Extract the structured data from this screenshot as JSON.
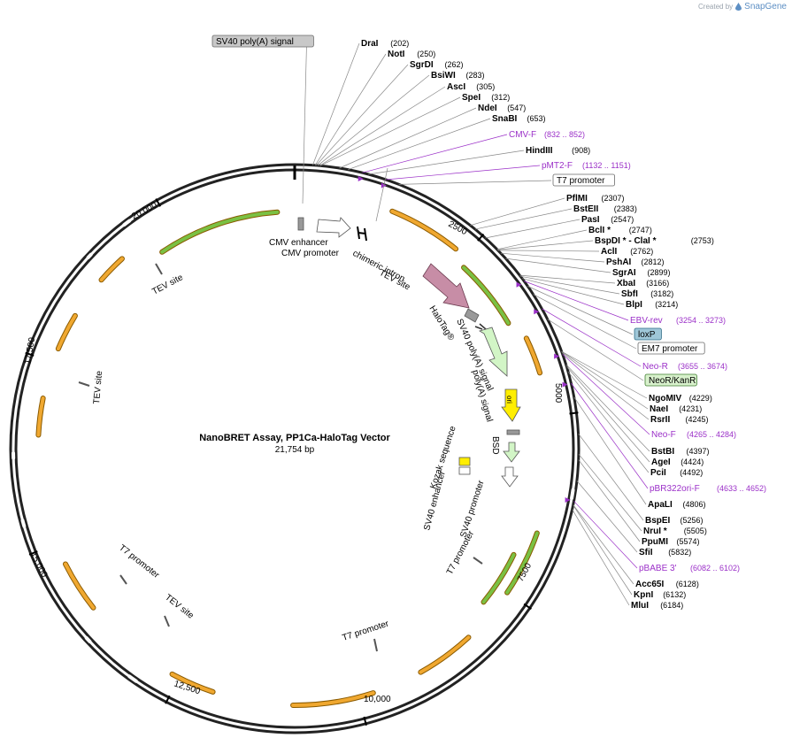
{
  "credit": {
    "text": "Created by",
    "brand": "SnapGene",
    "icon": "snapgene-drop-icon"
  },
  "map": {
    "title": "NanoBRET Assay, PP1Ca-HaloTag Vector",
    "length": "21,754 bp",
    "length_bp": 21754,
    "colors": {
      "enzyme": "#000000",
      "primer": "#9b30c8",
      "orf_orange": "#f0a830",
      "orf_green": "#7ac143",
      "leader": "#888888"
    }
  },
  "ticks": [
    {
      "label": "2500",
      "pos": 2500
    },
    {
      "label": "5000",
      "pos": 5000
    },
    {
      "label": "7500",
      "pos": 7500
    },
    {
      "label": "10,000",
      "pos": 10000
    },
    {
      "label": "12,500",
      "pos": 12500
    },
    {
      "label": "15,000",
      "pos": 15000
    },
    {
      "label": "17,500",
      "pos": 17500
    },
    {
      "label": "20,000",
      "pos": 20000
    }
  ],
  "enzymes": [
    {
      "name": "DraI",
      "pos": "(202)"
    },
    {
      "name": "NotI",
      "pos": "(250)"
    },
    {
      "name": "SgrDI",
      "pos": "(262)"
    },
    {
      "name": "BsiWI",
      "pos": "(283)"
    },
    {
      "name": "AscI",
      "pos": "(305)"
    },
    {
      "name": "SpeI",
      "pos": "(312)"
    },
    {
      "name": "NdeI",
      "pos": "(547)"
    },
    {
      "name": "SnaBI",
      "pos": "(653)"
    },
    {
      "name": "HindIII",
      "pos": "(908)"
    },
    {
      "name": "PflMI",
      "pos": "(2307)"
    },
    {
      "name": "BstEII",
      "pos": "(2383)"
    },
    {
      "name": "PasI",
      "pos": "(2547)"
    },
    {
      "name": "BclI *",
      "pos": "(2747)"
    },
    {
      "name": "BspDI * - ClaI *",
      "pos": "(2753)"
    },
    {
      "name": "AclI",
      "pos": "(2762)"
    },
    {
      "name": "PshAI",
      "pos": "(2812)"
    },
    {
      "name": "SgrAI",
      "pos": "(2899)"
    },
    {
      "name": "XbaI",
      "pos": "(3166)"
    },
    {
      "name": "SbfI",
      "pos": "(3182)"
    },
    {
      "name": "BlpI",
      "pos": "(3214)"
    },
    {
      "name": "NgoMIV",
      "pos": "(4229)"
    },
    {
      "name": "NaeI",
      "pos": "(4231)"
    },
    {
      "name": "RsrII",
      "pos": "(4245)"
    },
    {
      "name": "BstBI",
      "pos": "(4397)"
    },
    {
      "name": "AgeI",
      "pos": "(4424)"
    },
    {
      "name": "PciI",
      "pos": "(4492)"
    },
    {
      "name": "ApaLI",
      "pos": "(4806)"
    },
    {
      "name": "BspEI",
      "pos": "(5256)"
    },
    {
      "name": "NruI *",
      "pos": "(5505)"
    },
    {
      "name": "PpuMI",
      "pos": "(5574)"
    },
    {
      "name": "SfiI",
      "pos": "(5832)"
    },
    {
      "name": "Acc65I",
      "pos": "(6128)"
    },
    {
      "name": "KpnI",
      "pos": "(6132)"
    },
    {
      "name": "MluI",
      "pos": "(6184)"
    }
  ],
  "primers": [
    {
      "name": "CMV-F",
      "range": "(832 .. 852)"
    },
    {
      "name": "pMT2-F",
      "range": "(1132 .. 1151)"
    },
    {
      "name": "EBV-rev",
      "range": "(3254 .. 3273)"
    },
    {
      "name": "Neo-R",
      "range": "(3655 .. 3674)"
    },
    {
      "name": "Neo-F",
      "range": "(4265 .. 4284)"
    },
    {
      "name": "pBR322ori-F",
      "range": "(4633 .. 4652)"
    },
    {
      "name": "pBABE 3'",
      "range": "(6082 .. 6102)"
    }
  ],
  "boxed_features": [
    {
      "name": "SV40 poly(A) signal",
      "style": "grey"
    },
    {
      "name": "T7 promoter",
      "style": "white"
    },
    {
      "name": "loxP",
      "style": "blue"
    },
    {
      "name": "EM7 promoter",
      "style": "white"
    },
    {
      "name": "NeoR/KanR",
      "style": "green"
    }
  ],
  "inner_labels": [
    "CMV enhancer",
    "CMV promoter",
    "chimeric intron",
    "TEV site",
    "HaloTag®",
    "SV40 poly(A) signal",
    "poly(A) signal",
    "ori",
    "BSD",
    "Kozak sequence",
    "SV40 enhancer",
    "SV40 promoter",
    "T7 promoter",
    "TEV site",
    "TEV site",
    "T7 promoter",
    "TEV site",
    "T7 promoter"
  ]
}
